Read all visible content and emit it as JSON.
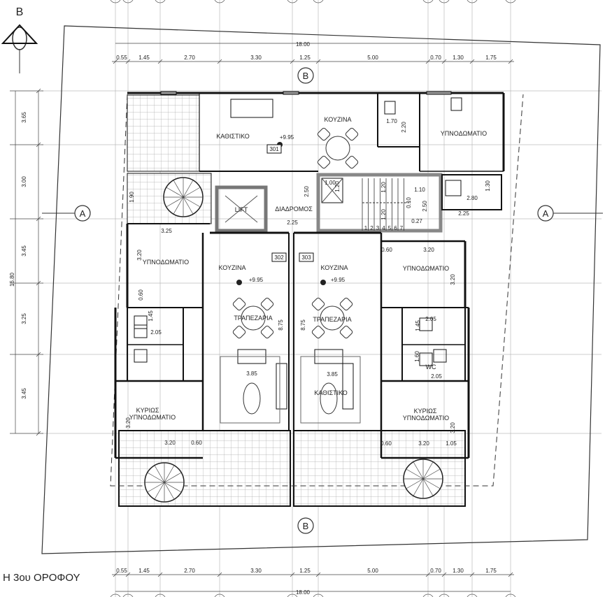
{
  "drawing_title": "Η 3ου ΟΡΟΦΟΥ",
  "north_marker": "B",
  "section_markers": {
    "a_left": "A",
    "a_right": "A",
    "b_top": "B",
    "b_bottom": "B"
  },
  "dimensions": {
    "top_total": "18.00",
    "top_segments": [
      "0.55",
      "1.45",
      "2.70",
      "3.30",
      "1.25",
      "5.00",
      "0.70",
      "1.30",
      "1.75"
    ],
    "bottom_total": "18.00",
    "bottom_segments": [
      "0.55",
      "1.45",
      "2.70",
      "3.30",
      "1.25",
      "5.00",
      "0.70",
      "1.30",
      "1.75"
    ],
    "left_total": "16.80",
    "left_segments": [
      "3.65",
      "3.00",
      "3.45",
      "3.25",
      "3.45"
    ]
  },
  "apartments": [
    {
      "number": "301",
      "level": "+9.95",
      "rooms": {
        "living": "ΚΑΘΙΣΤΙΚΟ",
        "kitchen": "ΚΟΥΖΙΝΑ",
        "bedroom": "ΥΠΝΟΔΩΜΑΤΙΟ"
      },
      "dims": [
        "1.70",
        "2.20"
      ]
    },
    {
      "number": "302",
      "level": "+9.95",
      "rooms": {
        "kitchen": "ΚΟΥΖΙΝΑ",
        "dining": "ΤΡΑΠΕΖΑΡΙΑ",
        "bedroom": "ΥΠΝΟΔΩΜΑΤΙΟ",
        "master_1": "ΚΥΡΙΩΣ",
        "master_2": "ΥΠΝΟΔΩΜΑΤΙΟ"
      },
      "dims": [
        "3.25",
        "3.20",
        "0.60",
        "1.45",
        "2.05",
        "8.75",
        "3.85",
        "3.20",
        "3.20",
        "0.60"
      ]
    },
    {
      "number": "303",
      "level": "+9.95",
      "rooms": {
        "kitchen": "ΚΟΥΖΙΝΑ",
        "dining": "ΤΡΑΠΕΖΑΡΙΑ",
        "living": "ΚΑΘΙΣΤΙΚΟ",
        "bedroom": "ΥΠΝΟΔΩΜΑΤΙΟ",
        "wc": "WC",
        "master_1": "ΚΥΡΙΩΣ",
        "master_2": "ΥΠΝΟΔΩΜΑΤΙΟ"
      },
      "dims": [
        "0.60",
        "3.20",
        "3.20",
        "8.75",
        "2.05",
        "1.45",
        "1.60",
        "2.05",
        "3.85",
        "3.20",
        "0.60",
        "3.20",
        "1.05"
      ]
    }
  ],
  "common": {
    "lift": "LIFT",
    "corridor": "ΔΙΑΔΡΟΜΟΣ",
    "dims": [
      "1.90",
      "2.50",
      "2.25",
      "1.00",
      "1.20",
      "1.20",
      "1.10",
      "0.10",
      "2.50",
      "1.20",
      "0.27",
      "1.30",
      "2.80",
      "2.25"
    ],
    "stair_steps": [
      "1",
      "2",
      "3",
      "4",
      "5",
      "6",
      "7"
    ]
  }
}
